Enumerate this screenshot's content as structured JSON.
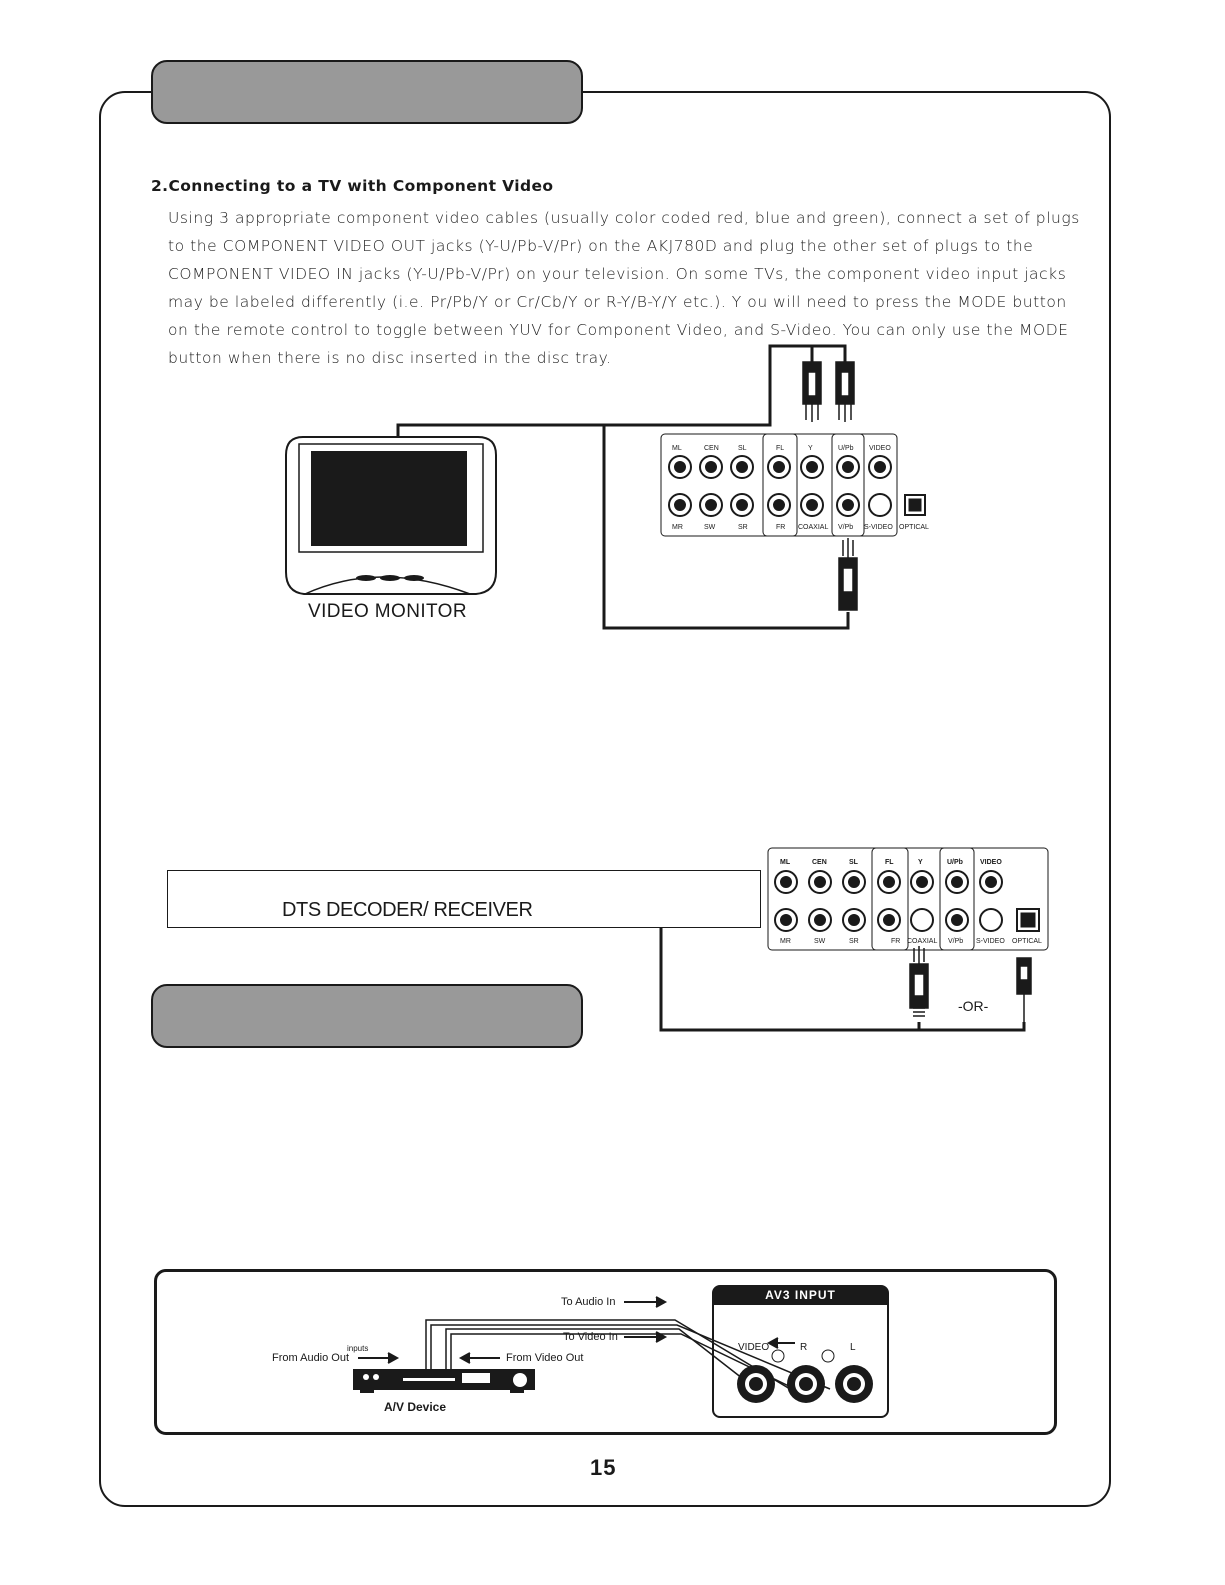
{
  "section": {
    "heading": "2.Connecting to a TV with Component Video",
    "paragraph_lines": [
      "Using 3 appropriate component video cables (usually color coded red, blue and green), connect a set of plugs",
      "to the COMPONENT VIDEO OUT jacks (Y-U/Pb-V/Pr) on the AKJ780D and plug the other set of plugs to the",
      "COMPONENT VIDEO IN jacks (Y-U/Pb-V/Pr) on your television. On some TVs,  the component video input jacks",
      "may be labeled differently  (i.e. Pr/Pb/Y or Cr/Cb/Y or R-Y/B-Y/Y etc.).  Y ou will need to press the MODE button",
      "on the remote control to toggle between YUV for Component Video, and S-Video. You can only use the MODE",
      "button when there is no disc inserted  in the disc tray."
    ]
  },
  "diagram_tv": {
    "monitor_label": "VIDEO MONITOR",
    "panel_top_labels": [
      "ML",
      "CEN",
      "SL",
      "FL",
      "Y",
      "U/Pb",
      "VIDEO"
    ],
    "panel_bottom_labels": [
      "MR",
      "SW",
      "SR",
      "FR",
      "COAXIAL",
      "V/Pb",
      "S-VIDEO",
      "OPTICAL"
    ]
  },
  "diagram_decoder": {
    "decoder_label": "DTS DECODER/ RECEIVER",
    "or_label": "-OR-",
    "panel_top_labels": [
      "ML",
      "CEN",
      "SL",
      "FL",
      "Y",
      "U/Pb",
      "VIDEO"
    ],
    "panel_bottom_labels": [
      "MR",
      "SW",
      "SR",
      "FR",
      "COAXIAL",
      "V/Pb",
      "S-VIDEO",
      "OPTICAL"
    ]
  },
  "diagram_av": {
    "to_audio_in": "To Audio In",
    "to_video_in": "To Video In",
    "inputs": "inputs",
    "from_audio_out": "From Audio Out",
    "from_video_out": "From Video Out",
    "device_label": "A/V Device",
    "input_title": "AV3 INPUT",
    "input_labels": [
      "VIDEO",
      "R",
      "L"
    ]
  },
  "footer": {
    "page_number": "15"
  }
}
